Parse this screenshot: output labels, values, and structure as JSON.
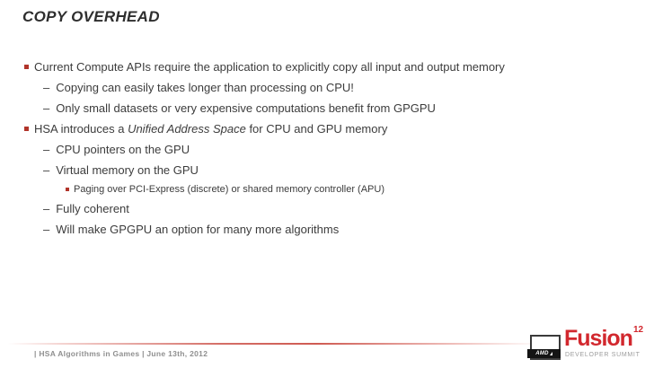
{
  "slide": {
    "title": "COPY OVERHEAD",
    "background": "#ffffff"
  },
  "colors": {
    "accent_red": "#b1342a",
    "fusion_red": "#d2282e",
    "body_text": "#3c3c3c",
    "footer_text": "#8f8f8f",
    "footer_line_red": "#c63e34"
  },
  "markers": {
    "dash": "–"
  },
  "bullets": [
    {
      "level": 1,
      "text": "Current Compute APIs require the application to explicitly copy all input and output memory"
    },
    {
      "level": 2,
      "text": "Copying can easily takes longer than processing on CPU!"
    },
    {
      "level": 2,
      "text": "Only small datasets or very expensive computations benefit from GPGPU"
    },
    {
      "level": 1,
      "prefix": "HSA introduces a ",
      "italic": "Unified Address Space",
      "suffix": " for CPU and GPU memory"
    },
    {
      "level": 2,
      "text": "CPU pointers on the GPU"
    },
    {
      "level": 2,
      "text": "Virtual memory on the GPU"
    },
    {
      "level": 3,
      "text": "Paging over PCI-Express (discrete) or shared memory controller (APU)"
    },
    {
      "level": 2,
      "text": "Fully coherent"
    },
    {
      "level": 2,
      "text": "Will make GPGPU an option for many more algorithms"
    }
  ],
  "footer": {
    "text": "|  HSA Algorithms in Games  |  June 13th, 2012"
  },
  "logo": {
    "amd": "AMD",
    "brand": "Fusion",
    "year": "12",
    "subtitle": "DEVELOPER SUMMIT"
  }
}
